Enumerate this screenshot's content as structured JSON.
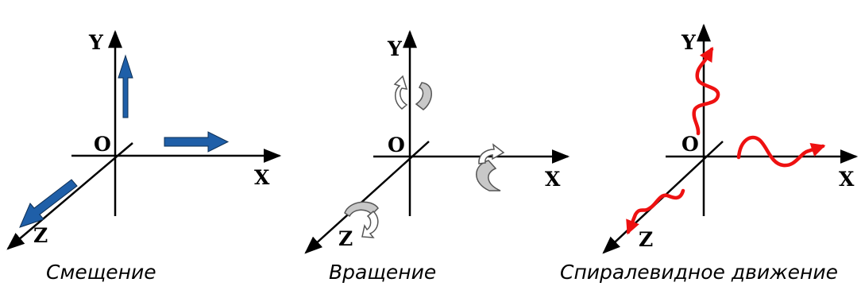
{
  "panels": [
    {
      "id": "translation",
      "caption": "Смещение",
      "labels": {
        "y": "Y",
        "origin": "O",
        "x": "X",
        "z": "Z"
      }
    },
    {
      "id": "rotation",
      "caption": "Вращение",
      "labels": {
        "y": "Y",
        "origin": "O",
        "x": "X",
        "z": "Z"
      }
    },
    {
      "id": "spiral",
      "caption": "Спиралевидное движение",
      "labels": {
        "y": "Y",
        "origin": "O",
        "x": "X",
        "z": "Z"
      }
    }
  ],
  "colors": {
    "axis": "#000000",
    "translation_arrow": "#1f5fa8",
    "rotation_arrow_fill": "#c8c8c8",
    "rotation_arrow_stroke": "#555555",
    "spiral": "#ee1111"
  }
}
